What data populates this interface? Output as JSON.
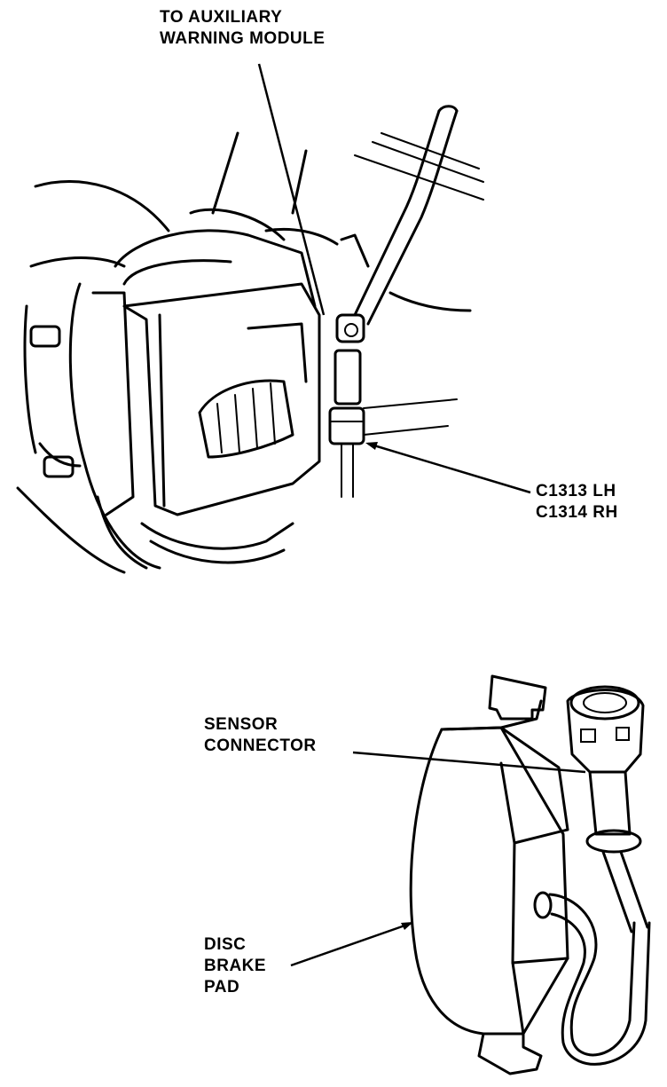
{
  "labels": {
    "aux_line1": "TO AUXILIARY",
    "aux_line2": "WARNING MODULE",
    "conn_line1": "C1313 LH",
    "conn_line2": "C1314 RH",
    "sensor_line1": "SENSOR",
    "sensor_line2": "CONNECTOR",
    "pad_line1": "DISC",
    "pad_line2": "BRAKE",
    "pad_line3": "PAD"
  }
}
